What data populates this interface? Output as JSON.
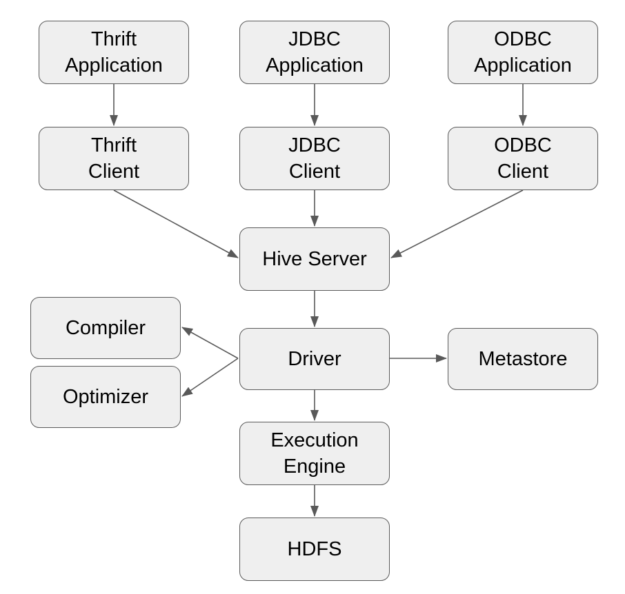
{
  "colors": {
    "node_fill": "#efefef",
    "node_stroke": "#595959",
    "edge": "#595959",
    "text": "#000000"
  },
  "nodes": {
    "thrift_app": {
      "label": "Thrift\nApplication"
    },
    "jdbc_app": {
      "label": "JDBC\nApplication"
    },
    "odbc_app": {
      "label": "ODBC\nApplication"
    },
    "thrift_client": {
      "label": "Thrift\nClient"
    },
    "jdbc_client": {
      "label": "JDBC\nClient"
    },
    "odbc_client": {
      "label": "ODBC\nClient"
    },
    "hive_server": {
      "label": "Hive Server"
    },
    "compiler": {
      "label": "Compiler"
    },
    "optimizer": {
      "label": "Optimizer"
    },
    "driver": {
      "label": "Driver"
    },
    "metastore": {
      "label": "Metastore"
    },
    "execution_engine": {
      "label": "Execution\nEngine"
    },
    "hdfs": {
      "label": "HDFS"
    }
  },
  "edges": [
    {
      "from": "thrift_app",
      "to": "thrift_client"
    },
    {
      "from": "jdbc_app",
      "to": "jdbc_client"
    },
    {
      "from": "odbc_app",
      "to": "odbc_client"
    },
    {
      "from": "thrift_client",
      "to": "hive_server"
    },
    {
      "from": "jdbc_client",
      "to": "hive_server"
    },
    {
      "from": "odbc_client",
      "to": "hive_server"
    },
    {
      "from": "hive_server",
      "to": "driver"
    },
    {
      "from": "driver",
      "to": "compiler"
    },
    {
      "from": "driver",
      "to": "optimizer"
    },
    {
      "from": "driver",
      "to": "metastore"
    },
    {
      "from": "driver",
      "to": "execution_engine"
    },
    {
      "from": "execution_engine",
      "to": "hdfs"
    }
  ]
}
